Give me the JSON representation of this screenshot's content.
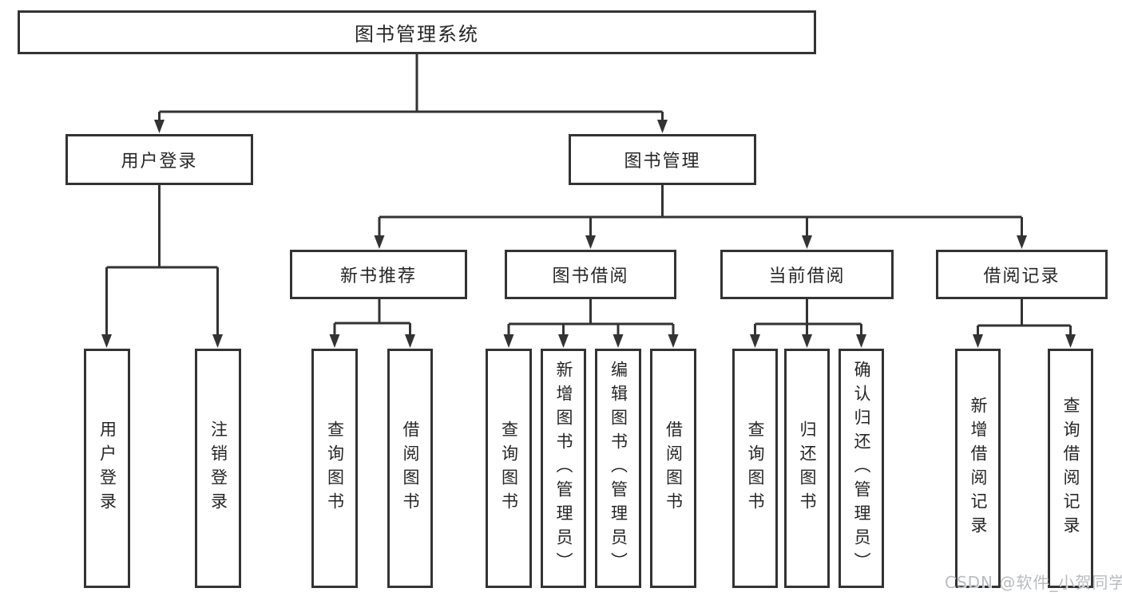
{
  "diagram": {
    "root": {
      "label": "图书管理系统"
    },
    "level2": [
      {
        "label": "用户登录"
      },
      {
        "label": "图书管理"
      }
    ],
    "level3": [
      {
        "parent": "图书管理",
        "label": "新书推荐"
      },
      {
        "parent": "图书管理",
        "label": "图书借阅"
      },
      {
        "parent": "图书管理",
        "label": "当前借阅"
      },
      {
        "parent": "图书管理",
        "label": "借阅记录"
      }
    ],
    "leaves": [
      {
        "parent": "用户登录",
        "label": "用户登录"
      },
      {
        "parent": "用户登录",
        "label": "注销登录"
      },
      {
        "parent": "新书推荐",
        "label": "查询图书"
      },
      {
        "parent": "新书推荐",
        "label": "借阅图书"
      },
      {
        "parent": "图书借阅",
        "label": "查询图书"
      },
      {
        "parent": "图书借阅",
        "label": "新增图书（管理员）"
      },
      {
        "parent": "图书借阅",
        "label": "编辑图书（管理员）"
      },
      {
        "parent": "图书借阅",
        "label": "借阅图书"
      },
      {
        "parent": "当前借阅",
        "label": "查询图书"
      },
      {
        "parent": "当前借阅",
        "label": "归还图书"
      },
      {
        "parent": "当前借阅",
        "label": "确认归还（管理员）"
      },
      {
        "parent": "借阅记录",
        "label": "新增借阅记录"
      },
      {
        "parent": "借阅记录",
        "label": "查询借阅记录"
      }
    ]
  },
  "watermark": {
    "text": "CSDN @软件_小贺同学"
  },
  "colors": {
    "line": "#333333",
    "box_border": "#333333",
    "text": "#262626",
    "background": "#ffffff",
    "watermark": "#b9bcbf"
  }
}
